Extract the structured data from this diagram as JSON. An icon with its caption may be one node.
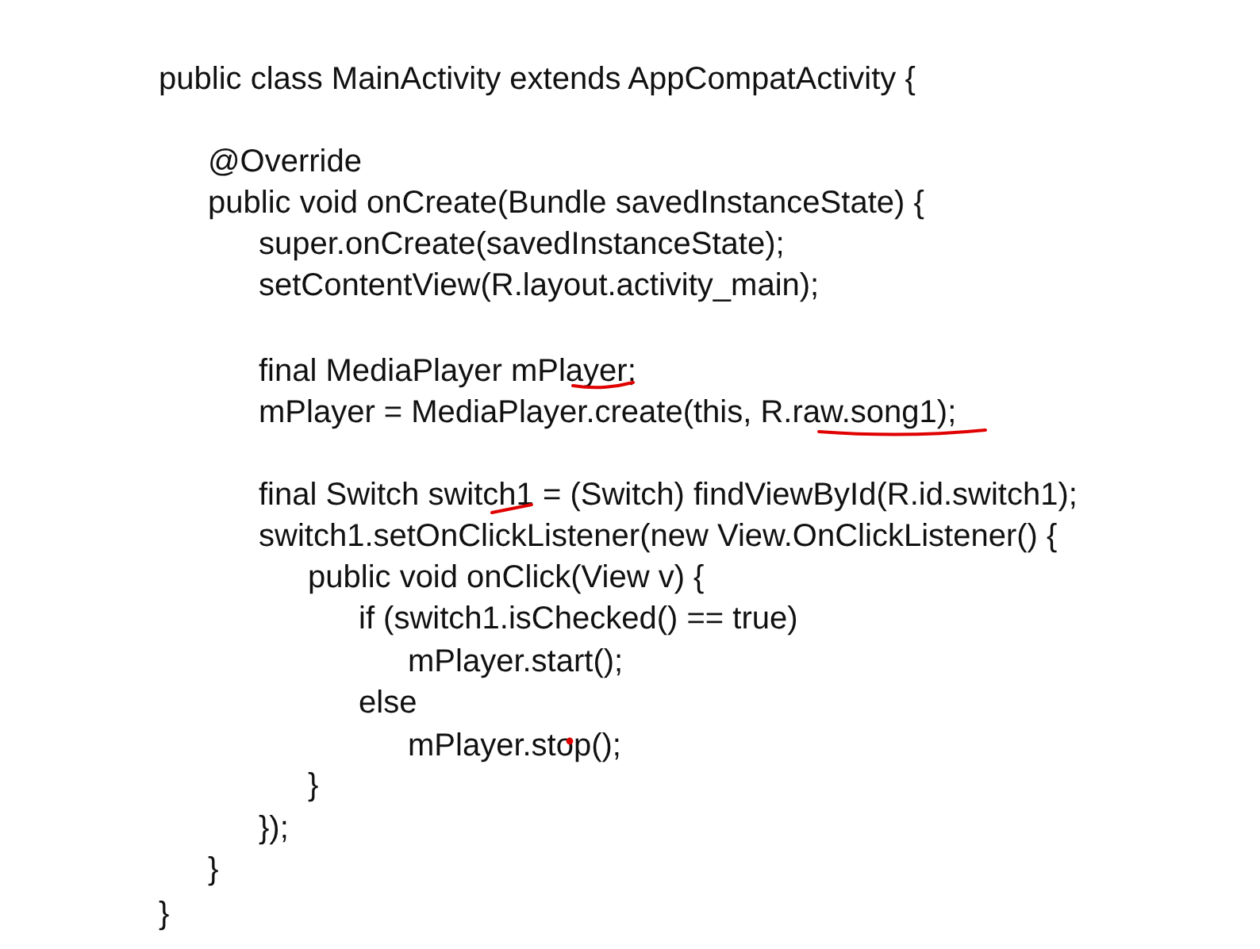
{
  "diagram": {
    "labels": [
      "public class MainActivity extends AppCompatActivity {",
      "@Override",
      "public void onCreate(Bundle savedInstanceState) {",
      "super.onCreate(savedInstanceState);",
      "setContentView(R.layout.activity_main);",
      "final MediaPlayer mPlayer;",
      "mPlayer = MediaPlayer.create(this, R.raw.song1);",
      "final Switch switch1 = (Switch) findViewById(R.id.switch1);",
      "switch1.setOnClickListener(new View.OnClickListener() {",
      "public void onClick(View v) {",
      "if (switch1.isChecked() == true)",
      "mPlayer.start();",
      "else",
      "mPlayer.stop();",
      "}",
      "});",
      "}",
      "}"
    ]
  }
}
